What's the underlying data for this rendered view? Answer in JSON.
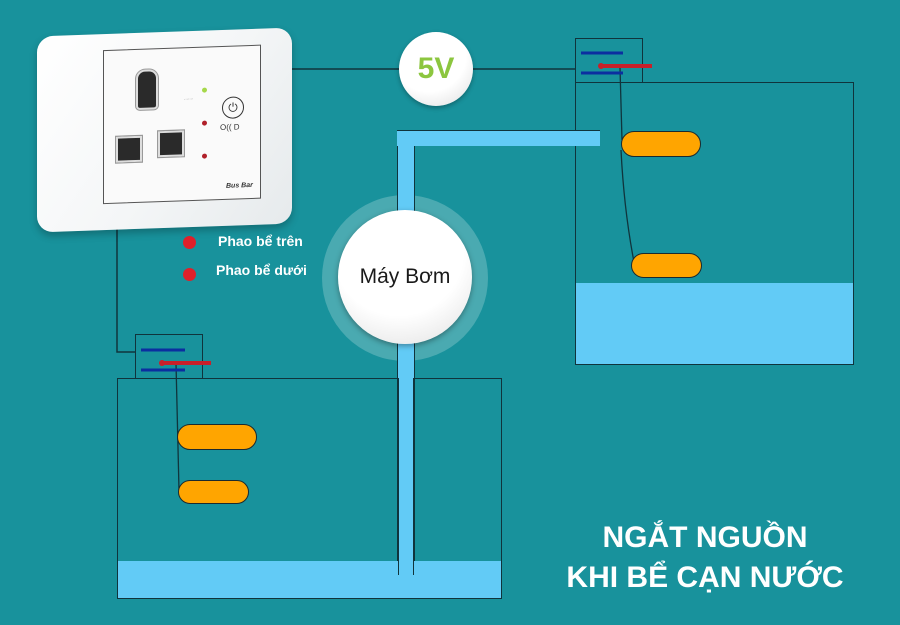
{
  "diagram": {
    "type": "water-pump-float-switch-wiring",
    "colors": {
      "background": "#18929c",
      "water": "#62cbf6",
      "float": "#ffa500",
      "legend_dot": "#e0202a",
      "voltage_text": "#8cc63f",
      "switch_contact": "#0b2fa0",
      "switch_lever": "#c8202a"
    },
    "controller": {
      "label": "controller-socket-panel",
      "indicators": [
        "green",
        "red",
        "red"
      ],
      "power_symbol": "⏻",
      "power_caption": "O(( D",
      "brand": "Bus Bar"
    },
    "power_source": {
      "label": "5V"
    },
    "pump": {
      "label": "Máy Bơm"
    },
    "legend": [
      {
        "label": "Phao bể trên"
      },
      {
        "label": "Phao bể dưới"
      }
    ],
    "upper_tank": {
      "floats": 2,
      "water_level_fraction": 0.29
    },
    "lower_tank": {
      "floats": 2,
      "water_level_fraction": 0.17
    },
    "caption": {
      "line1": "NGẮT NGUỒN",
      "line2": "KHI BỂ CẠN NƯỚC"
    }
  }
}
